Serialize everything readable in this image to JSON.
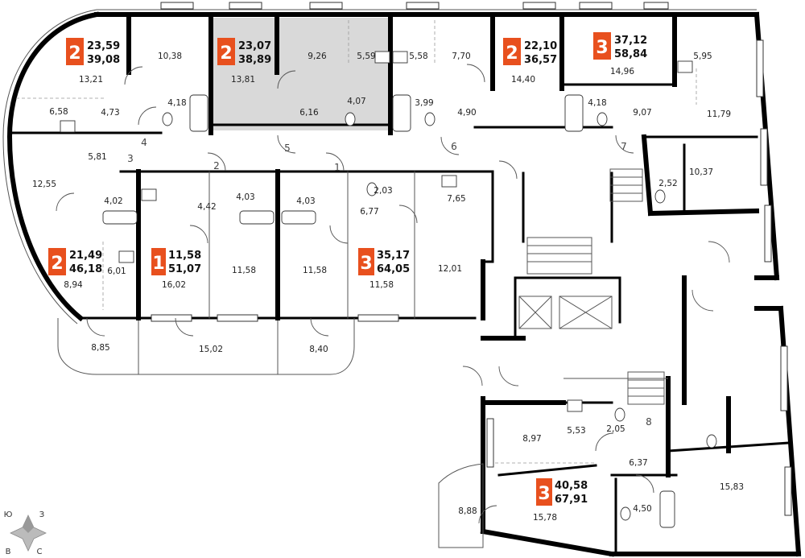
{
  "apartments": [
    {
      "rooms": "2",
      "living": "23,59",
      "total": "39,08"
    },
    {
      "rooms": "2",
      "living": "23,07",
      "total": "38,89"
    },
    {
      "rooms": "2",
      "living": "22,10",
      "total": "36,57"
    },
    {
      "rooms": "3",
      "living": "37,12",
      "total": "58,84"
    },
    {
      "rooms": "2",
      "living": "21,49",
      "total": "46,18"
    },
    {
      "rooms": "1",
      "living": "11,58",
      "total": "51,07"
    },
    {
      "rooms": "3",
      "living": "35,17",
      "total": "64,05"
    },
    {
      "rooms": "3",
      "living": "40,58",
      "total": "67,91"
    }
  ],
  "rooms": [
    "10,38",
    "13,21",
    "6,58",
    "4,73",
    "4,18",
    "13,81",
    "9,26",
    "5,59",
    "6,16",
    "4,07",
    "5,58",
    "7,70",
    "3,99",
    "4,90",
    "14,40",
    "14,96",
    "5,95",
    "4,18",
    "9,07",
    "11,79",
    "5,81",
    "12,55",
    "4,02",
    "4,42",
    "4,03",
    "4,03",
    "2,03",
    "7,65",
    "6,77",
    "10,37",
    "2,52",
    "6,01",
    "8,94",
    "16,02",
    "11,58",
    "11,58",
    "11,58",
    "12,01",
    "8,85",
    "15,02",
    "8,40",
    "8,97",
    "5,53",
    "2,05",
    "6,37",
    "15,83",
    "8,88",
    "15,78",
    "4,50"
  ],
  "doors": [
    "1",
    "2",
    "3",
    "4",
    "5",
    "6",
    "7",
    "8"
  ],
  "compass": {
    "north": "С",
    "south": "Ю",
    "east": "В",
    "west": "З"
  },
  "colors": {
    "badge": "#e8501e",
    "highlight": "#d9d9d9",
    "wall": "#000000"
  }
}
